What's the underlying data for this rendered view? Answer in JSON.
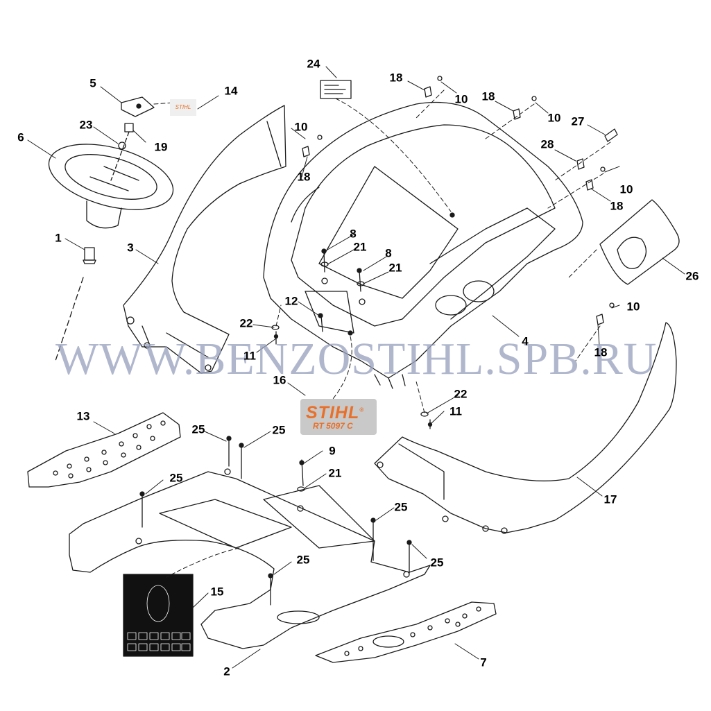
{
  "watermark": "WWW.BENZOSTIHL.SPB.RU",
  "brand_badge": {
    "brand": "STIHL",
    "registered": "®",
    "model": "RT 5097 C"
  },
  "mini_badge": "STIHL",
  "callouts": [
    {
      "id": "1",
      "label": "1"
    },
    {
      "id": "2",
      "label": "2"
    },
    {
      "id": "3",
      "label": "3"
    },
    {
      "id": "4",
      "label": "4"
    },
    {
      "id": "5",
      "label": "5"
    },
    {
      "id": "6",
      "label": "6"
    },
    {
      "id": "7",
      "label": "7"
    },
    {
      "id": "8a",
      "label": "8"
    },
    {
      "id": "8b",
      "label": "8"
    },
    {
      "id": "9",
      "label": "9"
    },
    {
      "id": "10a",
      "label": "10"
    },
    {
      "id": "10b",
      "label": "10"
    },
    {
      "id": "10c",
      "label": "10"
    },
    {
      "id": "10d",
      "label": "10"
    },
    {
      "id": "10e",
      "label": "10"
    },
    {
      "id": "11a",
      "label": "11"
    },
    {
      "id": "11b",
      "label": "11"
    },
    {
      "id": "12",
      "label": "12"
    },
    {
      "id": "13",
      "label": "13"
    },
    {
      "id": "14",
      "label": "14"
    },
    {
      "id": "15",
      "label": "15"
    },
    {
      "id": "16",
      "label": "16"
    },
    {
      "id": "17",
      "label": "17"
    },
    {
      "id": "18a",
      "label": "18"
    },
    {
      "id": "18b",
      "label": "18"
    },
    {
      "id": "18c",
      "label": "18"
    },
    {
      "id": "18d",
      "label": "18"
    },
    {
      "id": "18e",
      "label": "18"
    },
    {
      "id": "19",
      "label": "19"
    },
    {
      "id": "21a",
      "label": "21"
    },
    {
      "id": "21b",
      "label": "21"
    },
    {
      "id": "21c",
      "label": "21"
    },
    {
      "id": "22a",
      "label": "22"
    },
    {
      "id": "22b",
      "label": "22"
    },
    {
      "id": "23",
      "label": "23"
    },
    {
      "id": "24",
      "label": "24"
    },
    {
      "id": "25a",
      "label": "25"
    },
    {
      "id": "25b",
      "label": "25"
    },
    {
      "id": "25c",
      "label": "25"
    },
    {
      "id": "25d",
      "label": "25"
    },
    {
      "id": "25e",
      "label": "25"
    },
    {
      "id": "25f",
      "label": "25"
    },
    {
      "id": "26",
      "label": "26"
    },
    {
      "id": "27",
      "label": "27"
    },
    {
      "id": "28",
      "label": "28"
    }
  ],
  "colors": {
    "line": "#1a1a1a",
    "watermark": "#9aa3c0",
    "brand": "#e8702a",
    "badge": "#c9c9c9"
  }
}
